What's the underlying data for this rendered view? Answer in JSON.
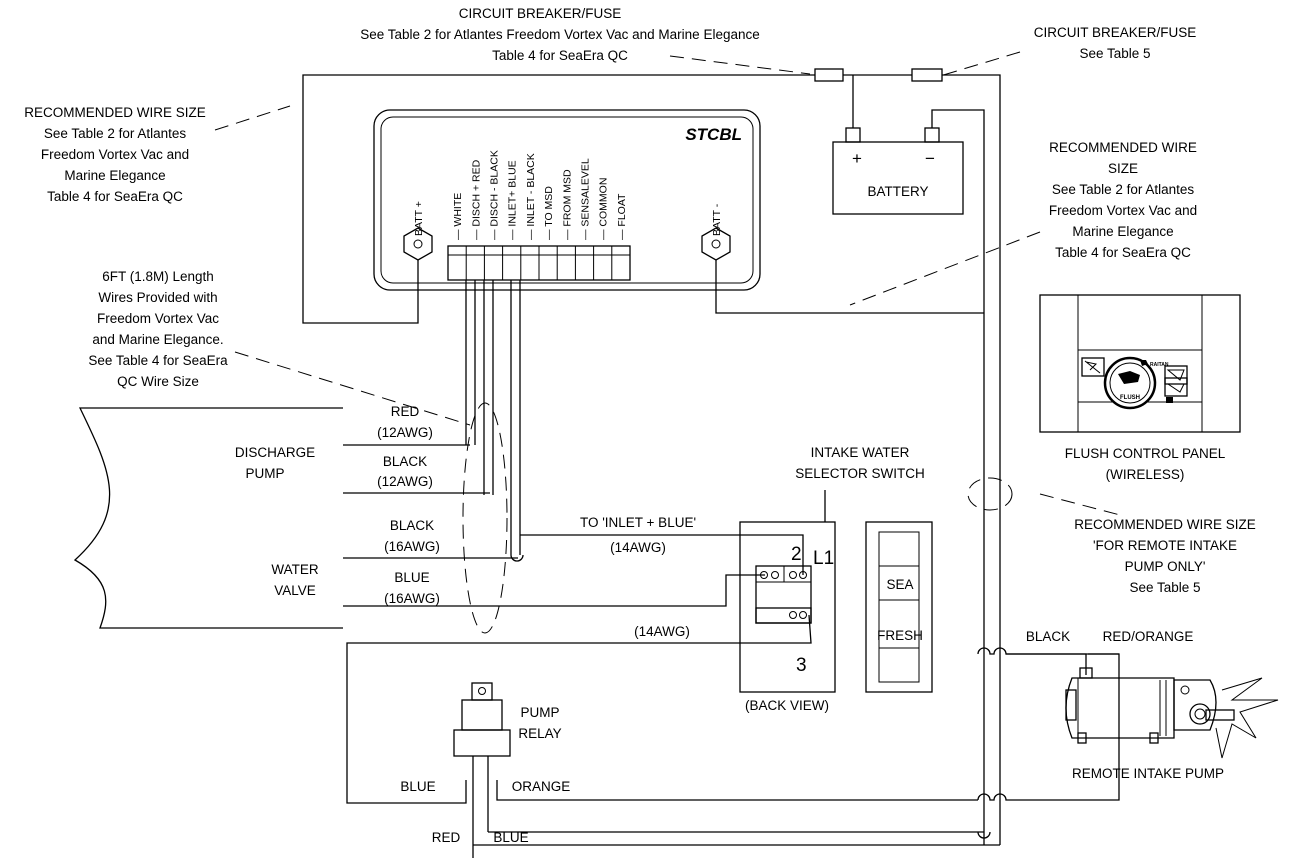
{
  "callouts": {
    "breaker_left": [
      "CIRCUIT BREAKER/FUSE",
      "See Table 2 for Atlantes Freedom Vortex Vac and Marine Elegance",
      "Table 4 for SeaEra QC"
    ],
    "breaker_right": [
      "CIRCUIT BREAKER/FUSE",
      "See Table 5"
    ],
    "wire_size_left": [
      "RECOMMENDED WIRE SIZE",
      "See Table 2 for Atlantes",
      "Freedom Vortex Vac and",
      "Marine Elegance",
      "Table 4 for SeaEra QC"
    ],
    "wire_size_right": [
      "RECOMMENDED WIRE",
      "SIZE",
      "See Table 2 for Atlantes",
      "Freedom Vortex Vac and",
      "Marine Elegance",
      "Table 4 for SeaEra QC"
    ],
    "length_note": [
      "6FT (1.8M) Length",
      "Wires Provided with",
      "Freedom Vortex Vac",
      "and Marine Elegance.",
      "See Table 4 for SeaEra",
      "QC Wire Size"
    ],
    "remote_wire": [
      "RECOMMENDED WIRE SIZE",
      "'FOR REMOTE INTAKE",
      "PUMP ONLY'",
      "See Table 5"
    ]
  },
  "controller": {
    "name": "STCBL",
    "batt_pos": "BATT +",
    "batt_neg": "BATT -",
    "terminals": [
      "WHITE",
      "DISCH + RED",
      "DISCH - BLACK",
      "INLET+ BLUE",
      "INLET - BLACK",
      "TO MSD",
      "FROM MSD",
      "SENSALEVEL",
      "COMMON",
      "FLOAT"
    ]
  },
  "battery": {
    "label": "BATTERY",
    "plus": "+",
    "minus": "−"
  },
  "panel": {
    "label": [
      "FLUSH CONTROL PANEL",
      "(WIRELESS)"
    ],
    "flush": "FLUSH",
    "brand": "RAITAN"
  },
  "pump_labels": {
    "discharge": [
      "DISCHARGE",
      "PUMP"
    ],
    "valve": [
      "WATER",
      "VALVE"
    ]
  },
  "wires": {
    "red12": [
      "RED",
      "(12AWG)"
    ],
    "black12": [
      "BLACK",
      "(12AWG)"
    ],
    "black16": [
      "BLACK",
      "(16AWG)"
    ],
    "blue16": [
      "BLUE",
      "(16AWG)"
    ],
    "to_inlet": "TO 'INLET + BLUE'",
    "awg14_a": "(14AWG)",
    "awg14_b": "(14AWG)"
  },
  "selector": {
    "title": [
      "INTAKE WATER",
      "SELECTOR SWITCH"
    ],
    "t2": "2",
    "tL1": "L1",
    "t3": "3",
    "back_view": "(BACK VIEW)",
    "sea": "SEA",
    "fresh": "FRESH"
  },
  "relay": {
    "label": [
      "PUMP",
      "RELAY"
    ]
  },
  "relay_wires": {
    "blue": "BLUE",
    "orange": "ORANGE",
    "red": "RED",
    "blue2": "BLUE"
  },
  "remote_pump": {
    "label": "REMOTE INTAKE PUMP",
    "black": "BLACK",
    "red_orange": "RED/ORANGE"
  }
}
